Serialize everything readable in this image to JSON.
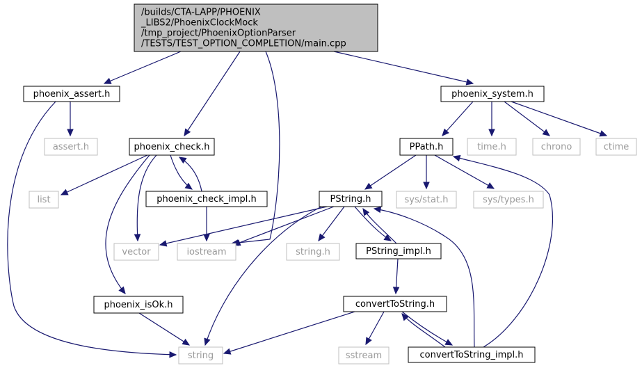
{
  "colors": {
    "edge": "#191970",
    "root_fill": "#bfbfbf",
    "external_border": "#bfbfbf",
    "external_text": "#9a9a9a"
  },
  "nodes": [
    {
      "id": "main",
      "kind": "root",
      "lines": [
        "/builds/CTA-LAPP/PHOENIX",
        "_LIBS2/PhoenixClockMock",
        "/tmp_project/PhoenixOptionParser",
        "/TESTS/TEST_OPTION_COMPLETION/main.cpp"
      ]
    },
    {
      "id": "phoenix_assert",
      "kind": "internal",
      "lines": [
        "phoenix_assert.h"
      ]
    },
    {
      "id": "phoenix_system",
      "kind": "internal",
      "lines": [
        "phoenix_system.h"
      ]
    },
    {
      "id": "assert",
      "kind": "external",
      "lines": [
        "assert.h"
      ]
    },
    {
      "id": "phoenix_check",
      "kind": "internal",
      "lines": [
        "phoenix_check.h"
      ]
    },
    {
      "id": "PPath",
      "kind": "internal",
      "lines": [
        "PPath.h"
      ]
    },
    {
      "id": "time",
      "kind": "external",
      "lines": [
        "time.h"
      ]
    },
    {
      "id": "chrono",
      "kind": "external",
      "lines": [
        "chrono"
      ]
    },
    {
      "id": "ctime",
      "kind": "external",
      "lines": [
        "ctime"
      ]
    },
    {
      "id": "list",
      "kind": "external",
      "lines": [
        "list"
      ]
    },
    {
      "id": "phoenix_check_impl",
      "kind": "internal",
      "lines": [
        "phoenix_check_impl.h"
      ]
    },
    {
      "id": "PString",
      "kind": "internal",
      "lines": [
        "PString.h"
      ]
    },
    {
      "id": "sys_stat",
      "kind": "external",
      "lines": [
        "sys/stat.h"
      ]
    },
    {
      "id": "sys_types",
      "kind": "external",
      "lines": [
        "sys/types.h"
      ]
    },
    {
      "id": "vector",
      "kind": "external",
      "lines": [
        "vector"
      ]
    },
    {
      "id": "iostream",
      "kind": "external",
      "lines": [
        "iostream"
      ]
    },
    {
      "id": "string_h",
      "kind": "external",
      "lines": [
        "string.h"
      ]
    },
    {
      "id": "PString_impl",
      "kind": "internal",
      "lines": [
        "PString_impl.h"
      ]
    },
    {
      "id": "phoenix_isOk",
      "kind": "internal",
      "lines": [
        "phoenix_isOk.h"
      ]
    },
    {
      "id": "convertToString",
      "kind": "internal",
      "lines": [
        "convertToString.h"
      ]
    },
    {
      "id": "string",
      "kind": "external",
      "lines": [
        "string"
      ]
    },
    {
      "id": "sstream",
      "kind": "external",
      "lines": [
        "sstream"
      ]
    },
    {
      "id": "convertToString_impl",
      "kind": "internal",
      "lines": [
        "convertToString_impl.h"
      ]
    }
  ],
  "edges": [
    {
      "from": "main",
      "to": "phoenix_assert"
    },
    {
      "from": "main",
      "to": "phoenix_check"
    },
    {
      "from": "main",
      "to": "iostream"
    },
    {
      "from": "main",
      "to": "phoenix_system"
    },
    {
      "from": "phoenix_assert",
      "to": "assert"
    },
    {
      "from": "phoenix_assert",
      "to": "string"
    },
    {
      "from": "phoenix_check",
      "to": "list"
    },
    {
      "from": "phoenix_check",
      "to": "vector"
    },
    {
      "from": "phoenix_check",
      "to": "phoenix_check_impl"
    },
    {
      "from": "phoenix_check",
      "to": "phoenix_isOk"
    },
    {
      "from": "phoenix_check_impl",
      "to": "phoenix_check"
    },
    {
      "from": "phoenix_check_impl",
      "to": "iostream"
    },
    {
      "from": "phoenix_isOk",
      "to": "string"
    },
    {
      "from": "phoenix_system",
      "to": "PPath"
    },
    {
      "from": "phoenix_system",
      "to": "time"
    },
    {
      "from": "phoenix_system",
      "to": "chrono"
    },
    {
      "from": "phoenix_system",
      "to": "ctime"
    },
    {
      "from": "PPath",
      "to": "PString"
    },
    {
      "from": "PPath",
      "to": "sys_stat"
    },
    {
      "from": "PPath",
      "to": "sys_types"
    },
    {
      "from": "PString",
      "to": "vector"
    },
    {
      "from": "PString",
      "to": "iostream"
    },
    {
      "from": "PString",
      "to": "string"
    },
    {
      "from": "PString",
      "to": "string_h"
    },
    {
      "from": "PString",
      "to": "PString_impl"
    },
    {
      "from": "PString_impl",
      "to": "PString"
    },
    {
      "from": "PString_impl",
      "to": "convertToString"
    },
    {
      "from": "convertToString",
      "to": "string"
    },
    {
      "from": "convertToString",
      "to": "sstream"
    },
    {
      "from": "convertToString",
      "to": "convertToString_impl"
    },
    {
      "from": "convertToString_impl",
      "to": "convertToString"
    },
    {
      "from": "convertToString_impl",
      "to": "PString"
    },
    {
      "from": "convertToString_impl",
      "to": "PPath"
    }
  ]
}
